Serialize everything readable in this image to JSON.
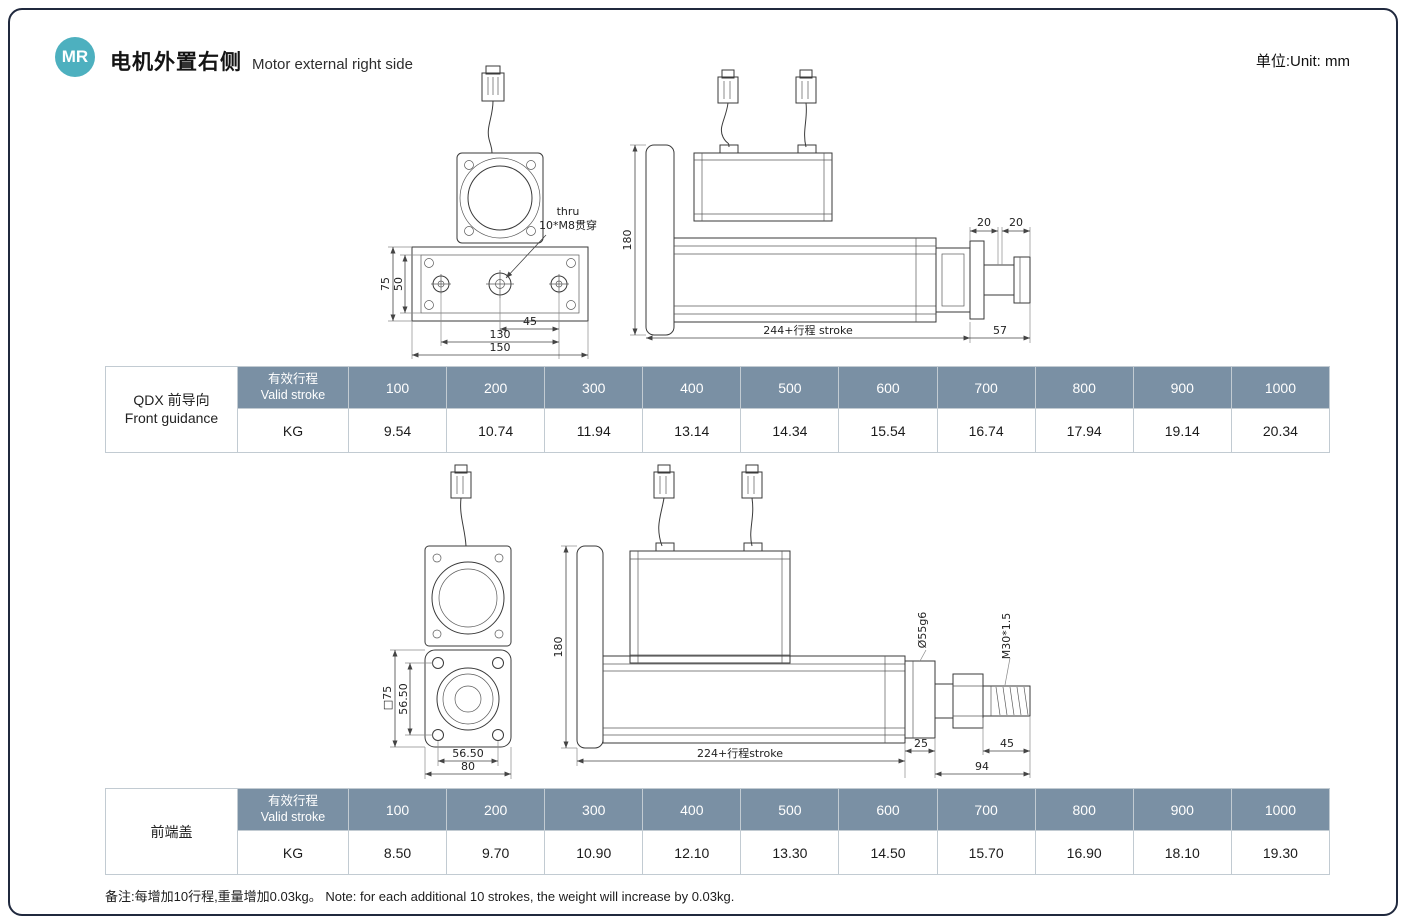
{
  "header": {
    "badge": "MR",
    "title_zh": "电机外置右侧",
    "title_en": "Motor external right side",
    "unit": "单位:Unit: mm"
  },
  "colors": {
    "badge": "#4db0bf",
    "table_header": "#7a90a4",
    "frame_border": "#20293e"
  },
  "table1": {
    "row_label_zh": "QDX 前导向",
    "row_label_en": "Front guidance",
    "col_label_zh": "有效行程",
    "col_label_en": "Valid stroke",
    "unit_label": "KG",
    "strokes": [
      "100",
      "200",
      "300",
      "400",
      "500",
      "600",
      "700",
      "800",
      "900",
      "1000"
    ],
    "weights": [
      "9.54",
      "10.74",
      "11.94",
      "13.14",
      "14.34",
      "15.54",
      "16.74",
      "17.94",
      "19.14",
      "20.34"
    ]
  },
  "table2": {
    "row_label_zh": "前端盖",
    "col_label_zh": "有效行程",
    "col_label_en": "Valid stroke",
    "unit_label": "KG",
    "strokes": [
      "100",
      "200",
      "300",
      "400",
      "500",
      "600",
      "700",
      "800",
      "900",
      "1000"
    ],
    "weights": [
      "8.50",
      "9.70",
      "10.90",
      "12.10",
      "13.30",
      "14.50",
      "15.70",
      "16.90",
      "18.10",
      "19.30"
    ]
  },
  "note": "备注:每增加10行程,重量增加0.03kg。 Note: for each additional 10 strokes, the weight will increase by 0.03kg.",
  "drawing_top": {
    "d75": "75",
    "d50": "50",
    "d45": "45",
    "d130": "130",
    "d150": "150",
    "thru1": "thru",
    "thru2": "10*M8贯穿",
    "d180": "180",
    "stroke": "244+行程 stroke",
    "d57": "57",
    "d20a": "20",
    "d20b": "20"
  },
  "drawing_bottom": {
    "d180": "180",
    "sq75": "□75",
    "v5650": "56.50",
    "h5650": "56.50",
    "d80": "80",
    "stroke": "224+行程stroke",
    "d25": "25",
    "d94": "94",
    "d45": "45",
    "d55": "Ø55g6",
    "m30": "M30*1.5"
  }
}
